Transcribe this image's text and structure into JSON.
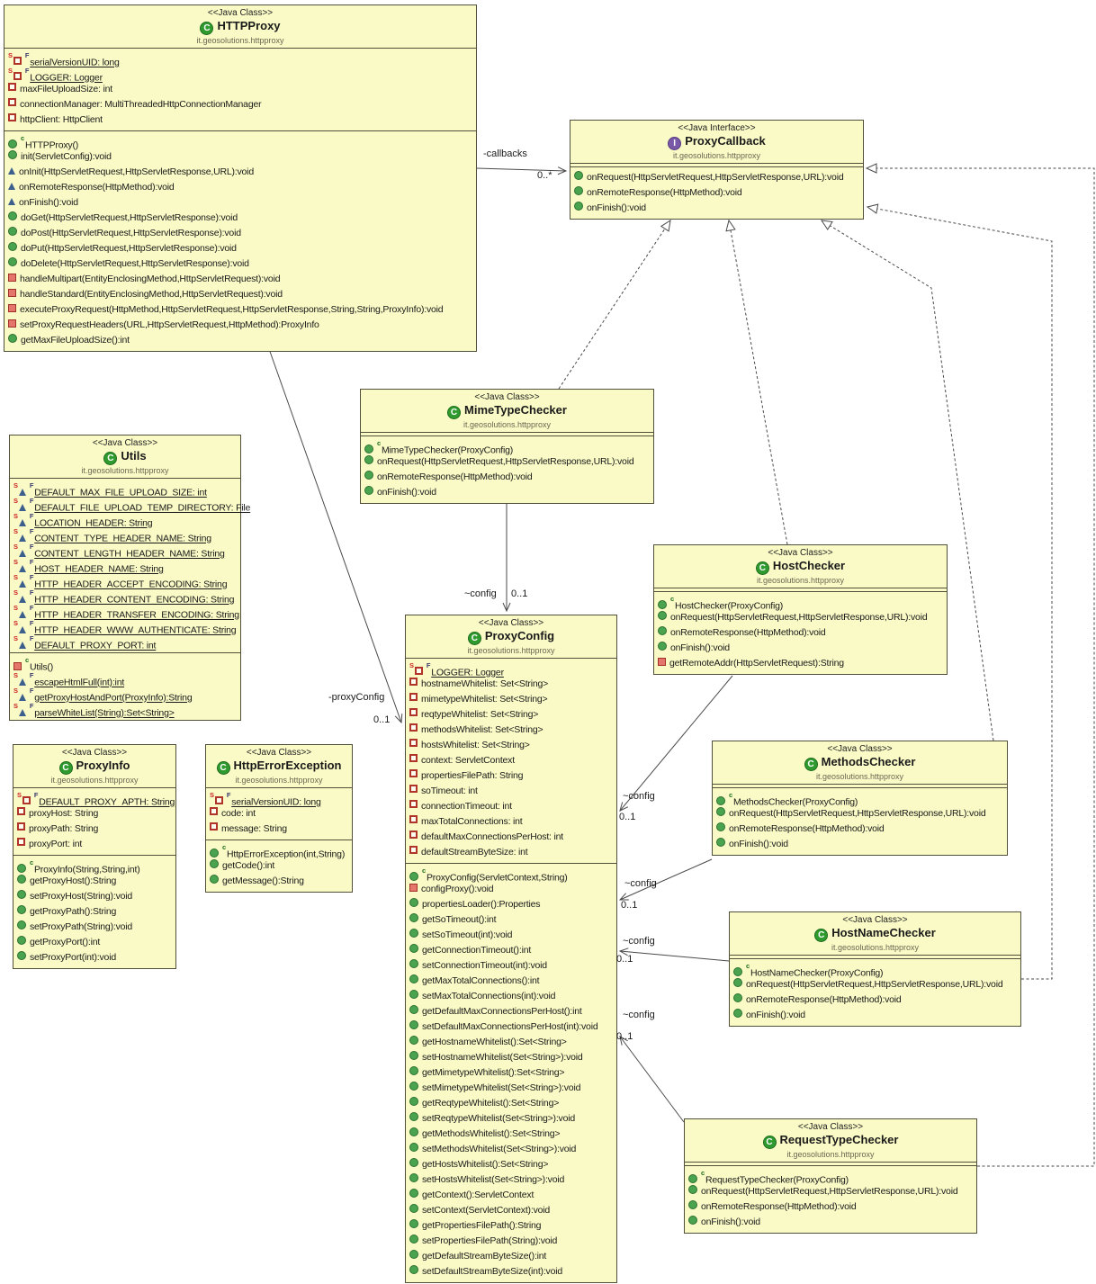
{
  "colors": {
    "box_fill": "#fafac6",
    "box_border": "#50503a",
    "connector": "#4a4a4a",
    "class_icon": "#2f9b2f",
    "interface_icon": "#7a58a8",
    "public_icon": "#4aa34f",
    "private_icon": "#b03528",
    "package_icon": "#3d5f8e"
  },
  "classes": [
    {
      "id": "HTTPProxy",
      "kind": "class",
      "stereotype": "<<Java Class>>",
      "name": "HTTPProxy",
      "package": "it.geosolutions.httpproxy",
      "fields": [
        {
          "v": "pri",
          "k": "field",
          "s": true,
          "f": true,
          "t": "serialVersionUID: long"
        },
        {
          "v": "pri",
          "k": "field",
          "s": true,
          "f": true,
          "t": "LOGGER: Logger"
        },
        {
          "v": "pri",
          "k": "field",
          "t": "maxFileUploadSize: int"
        },
        {
          "v": "pri",
          "k": "field",
          "t": "connectionManager: MultiThreadedHttpConnectionManager"
        },
        {
          "v": "pri",
          "k": "field",
          "t": "httpClient: HttpClient"
        }
      ],
      "methods": [
        {
          "v": "pub",
          "k": "ctor",
          "t": "HTTPProxy()"
        },
        {
          "v": "pub",
          "k": "method",
          "t": "init(ServletConfig):void"
        },
        {
          "v": "pkg",
          "k": "method",
          "t": "onInit(HttpServletRequest,HttpServletResponse,URL):void"
        },
        {
          "v": "pkg",
          "k": "method",
          "t": "onRemoteResponse(HttpMethod):void"
        },
        {
          "v": "pkg",
          "k": "method",
          "t": "onFinish():void"
        },
        {
          "v": "pub",
          "k": "method",
          "t": "doGet(HttpServletRequest,HttpServletResponse):void"
        },
        {
          "v": "pub",
          "k": "method",
          "t": "doPost(HttpServletRequest,HttpServletResponse):void"
        },
        {
          "v": "pub",
          "k": "method",
          "t": "doPut(HttpServletRequest,HttpServletResponse):void"
        },
        {
          "v": "pub",
          "k": "method",
          "t": "doDelete(HttpServletRequest,HttpServletResponse):void"
        },
        {
          "v": "pri",
          "k": "method",
          "t": "handleMultipart(EntityEnclosingMethod,HttpServletRequest):void"
        },
        {
          "v": "pri",
          "k": "method",
          "t": "handleStandard(EntityEnclosingMethod,HttpServletRequest):void"
        },
        {
          "v": "pri",
          "k": "method",
          "t": "executeProxyRequest(HttpMethod,HttpServletRequest,HttpServletResponse,String,String,ProxyInfo):void"
        },
        {
          "v": "pri",
          "k": "method",
          "t": "setProxyRequestHeaders(URL,HttpServletRequest,HttpMethod):ProxyInfo"
        },
        {
          "v": "pub",
          "k": "method",
          "t": "getMaxFileUploadSize():int"
        }
      ]
    },
    {
      "id": "ProxyCallback",
      "kind": "interface",
      "stereotype": "<<Java Interface>>",
      "name": "ProxyCallback",
      "package": "it.geosolutions.httpproxy",
      "fields": [],
      "methods": [
        {
          "v": "pub",
          "k": "method",
          "t": "onRequest(HttpServletRequest,HttpServletResponse,URL):void"
        },
        {
          "v": "pub",
          "k": "method",
          "t": "onRemoteResponse(HttpMethod):void"
        },
        {
          "v": "pub",
          "k": "method",
          "t": "onFinish():void"
        }
      ]
    },
    {
      "id": "MimeTypeChecker",
      "kind": "class",
      "stereotype": "<<Java Class>>",
      "name": "MimeTypeChecker",
      "package": "it.geosolutions.httpproxy",
      "fields": [],
      "methods": [
        {
          "v": "pub",
          "k": "ctor",
          "t": "MimeTypeChecker(ProxyConfig)"
        },
        {
          "v": "pub",
          "k": "method",
          "t": "onRequest(HttpServletRequest,HttpServletResponse,URL):void"
        },
        {
          "v": "pub",
          "k": "method",
          "t": "onRemoteResponse(HttpMethod):void"
        },
        {
          "v": "pub",
          "k": "method",
          "t": "onFinish():void"
        }
      ]
    },
    {
      "id": "Utils",
      "kind": "class",
      "stereotype": "<<Java Class>>",
      "name": "Utils",
      "package": "it.geosolutions.httpproxy",
      "fields": [
        {
          "v": "pkg",
          "k": "field",
          "s": true,
          "f": true,
          "t": "DEFAULT_MAX_FILE_UPLOAD_SIZE: int"
        },
        {
          "v": "pkg",
          "k": "field",
          "s": true,
          "f": true,
          "t": "DEFAULT_FILE_UPLOAD_TEMP_DIRECTORY: File"
        },
        {
          "v": "pkg",
          "k": "field",
          "s": true,
          "f": true,
          "t": "LOCATION_HEADER: String"
        },
        {
          "v": "pkg",
          "k": "field",
          "s": true,
          "f": true,
          "t": "CONTENT_TYPE_HEADER_NAME: String"
        },
        {
          "v": "pkg",
          "k": "field",
          "s": true,
          "f": true,
          "t": "CONTENT_LENGTH_HEADER_NAME: String"
        },
        {
          "v": "pkg",
          "k": "field",
          "s": true,
          "f": true,
          "t": "HOST_HEADER_NAME: String"
        },
        {
          "v": "pkg",
          "k": "field",
          "s": true,
          "f": true,
          "t": "HTTP_HEADER_ACCEPT_ENCODING: String"
        },
        {
          "v": "pkg",
          "k": "field",
          "s": true,
          "f": true,
          "t": "HTTP_HEADER_CONTENT_ENCODING: String"
        },
        {
          "v": "pkg",
          "k": "field",
          "s": true,
          "f": true,
          "t": "HTTP_HEADER_TRANSFER_ENCODING: String"
        },
        {
          "v": "pkg",
          "k": "field",
          "s": true,
          "f": true,
          "t": "HTTP_HEADER_WWW_AUTHENTICATE: String"
        },
        {
          "v": "pkg",
          "k": "field",
          "s": true,
          "f": true,
          "t": "DEFAULT_PROXY_PORT: int"
        }
      ],
      "methods": [
        {
          "v": "pri",
          "k": "ctor",
          "t": "Utils()"
        },
        {
          "v": "pkg",
          "k": "method",
          "s": true,
          "f": true,
          "t": "escapeHtmlFull(int):int"
        },
        {
          "v": "pkg",
          "k": "method",
          "s": true,
          "f": true,
          "t": "getProxyHostAndPort(ProxyInfo):String"
        },
        {
          "v": "pkg",
          "k": "method",
          "s": true,
          "f": true,
          "t": "parseWhiteList(String):Set<String>"
        }
      ]
    },
    {
      "id": "HostChecker",
      "kind": "class",
      "stereotype": "<<Java Class>>",
      "name": "HostChecker",
      "package": "it.geosolutions.httpproxy",
      "fields": [],
      "methods": [
        {
          "v": "pub",
          "k": "ctor",
          "t": "HostChecker(ProxyConfig)"
        },
        {
          "v": "pub",
          "k": "method",
          "t": "onRequest(HttpServletRequest,HttpServletResponse,URL):void"
        },
        {
          "v": "pub",
          "k": "method",
          "t": "onRemoteResponse(HttpMethod):void"
        },
        {
          "v": "pub",
          "k": "method",
          "t": "onFinish():void"
        },
        {
          "v": "pri",
          "k": "method",
          "t": "getRemoteAddr(HttpServletRequest):String"
        }
      ]
    },
    {
      "id": "ProxyConfig",
      "kind": "class",
      "stereotype": "<<Java Class>>",
      "name": "ProxyConfig",
      "package": "it.geosolutions.httpproxy",
      "fields": [
        {
          "v": "pri",
          "k": "field",
          "s": true,
          "f": true,
          "t": "LOGGER: Logger"
        },
        {
          "v": "pri",
          "k": "field",
          "t": "hostnameWhitelist: Set<String>"
        },
        {
          "v": "pri",
          "k": "field",
          "t": "mimetypeWhitelist: Set<String>"
        },
        {
          "v": "pri",
          "k": "field",
          "t": "reqtypeWhitelist: Set<String>"
        },
        {
          "v": "pri",
          "k": "field",
          "t": "methodsWhitelist: Set<String>"
        },
        {
          "v": "pri",
          "k": "field",
          "t": "hostsWhitelist: Set<String>"
        },
        {
          "v": "pri",
          "k": "field",
          "t": "context: ServletContext"
        },
        {
          "v": "pri",
          "k": "field",
          "t": "propertiesFilePath: String"
        },
        {
          "v": "pri",
          "k": "field",
          "t": "soTimeout: int"
        },
        {
          "v": "pri",
          "k": "field",
          "t": "connectionTimeout: int"
        },
        {
          "v": "pri",
          "k": "field",
          "t": "maxTotalConnections: int"
        },
        {
          "v": "pri",
          "k": "field",
          "t": "defaultMaxConnectionsPerHost: int"
        },
        {
          "v": "pri",
          "k": "field",
          "t": "defaultStreamByteSize: int"
        }
      ],
      "methods": [
        {
          "v": "pub",
          "k": "ctor",
          "t": "ProxyConfig(ServletContext,String)"
        },
        {
          "v": "pri",
          "k": "method",
          "t": "configProxy():void"
        },
        {
          "v": "pub",
          "k": "method",
          "t": "propertiesLoader():Properties"
        },
        {
          "v": "pub",
          "k": "method",
          "t": "getSoTimeout():int"
        },
        {
          "v": "pub",
          "k": "method",
          "t": "setSoTimeout(int):void"
        },
        {
          "v": "pub",
          "k": "method",
          "t": "getConnectionTimeout():int"
        },
        {
          "v": "pub",
          "k": "method",
          "t": "setConnectionTimeout(int):void"
        },
        {
          "v": "pub",
          "k": "method",
          "t": "getMaxTotalConnections():int"
        },
        {
          "v": "pub",
          "k": "method",
          "t": "setMaxTotalConnections(int):void"
        },
        {
          "v": "pub",
          "k": "method",
          "t": "getDefaultMaxConnectionsPerHost():int"
        },
        {
          "v": "pub",
          "k": "method",
          "t": "setDefaultMaxConnectionsPerHost(int):void"
        },
        {
          "v": "pub",
          "k": "method",
          "t": "getHostnameWhitelist():Set<String>"
        },
        {
          "v": "pub",
          "k": "method",
          "t": "setHostnameWhitelist(Set<String>):void"
        },
        {
          "v": "pub",
          "k": "method",
          "t": "getMimetypeWhitelist():Set<String>"
        },
        {
          "v": "pub",
          "k": "method",
          "t": "setMimetypeWhitelist(Set<String>):void"
        },
        {
          "v": "pub",
          "k": "method",
          "t": "getReqtypeWhitelist():Set<String>"
        },
        {
          "v": "pub",
          "k": "method",
          "t": "setReqtypeWhitelist(Set<String>):void"
        },
        {
          "v": "pub",
          "k": "method",
          "t": "getMethodsWhitelist():Set<String>"
        },
        {
          "v": "pub",
          "k": "method",
          "t": "setMethodsWhitelist(Set<String>):void"
        },
        {
          "v": "pub",
          "k": "method",
          "t": "getHostsWhitelist():Set<String>"
        },
        {
          "v": "pub",
          "k": "method",
          "t": "setHostsWhitelist(Set<String>):void"
        },
        {
          "v": "pub",
          "k": "method",
          "t": "getContext():ServletContext"
        },
        {
          "v": "pub",
          "k": "method",
          "t": "setContext(ServletContext):void"
        },
        {
          "v": "pub",
          "k": "method",
          "t": "getPropertiesFilePath():String"
        },
        {
          "v": "pub",
          "k": "method",
          "t": "setPropertiesFilePath(String):void"
        },
        {
          "v": "pub",
          "k": "method",
          "t": "getDefaultStreamByteSize():int"
        },
        {
          "v": "pub",
          "k": "method",
          "t": "setDefaultStreamByteSize(int):void"
        }
      ]
    },
    {
      "id": "MethodsChecker",
      "kind": "class",
      "stereotype": "<<Java Class>>",
      "name": "MethodsChecker",
      "package": "it.geosolutions.httpproxy",
      "fields": [],
      "methods": [
        {
          "v": "pub",
          "k": "ctor",
          "t": "MethodsChecker(ProxyConfig)"
        },
        {
          "v": "pub",
          "k": "method",
          "t": "onRequest(HttpServletRequest,HttpServletResponse,URL):void"
        },
        {
          "v": "pub",
          "k": "method",
          "t": "onRemoteResponse(HttpMethod):void"
        },
        {
          "v": "pub",
          "k": "method",
          "t": "onFinish():void"
        }
      ]
    },
    {
      "id": "ProxyInfo",
      "kind": "class",
      "stereotype": "<<Java Class>>",
      "name": "ProxyInfo",
      "package": "it.geosolutions.httpproxy",
      "fields": [
        {
          "v": "pri",
          "k": "field",
          "s": true,
          "f": true,
          "t": "DEFAULT_PROXY_APTH: String"
        },
        {
          "v": "pri",
          "k": "field",
          "t": "proxyHost: String"
        },
        {
          "v": "pri",
          "k": "field",
          "t": "proxyPath: String"
        },
        {
          "v": "pri",
          "k": "field",
          "t": "proxyPort: int"
        }
      ],
      "methods": [
        {
          "v": "pub",
          "k": "ctor",
          "t": "ProxyInfo(String,String,int)"
        },
        {
          "v": "pub",
          "k": "method",
          "t": "getProxyHost():String"
        },
        {
          "v": "pub",
          "k": "method",
          "t": "setProxyHost(String):void"
        },
        {
          "v": "pub",
          "k": "method",
          "t": "getProxyPath():String"
        },
        {
          "v": "pub",
          "k": "method",
          "t": "setProxyPath(String):void"
        },
        {
          "v": "pub",
          "k": "method",
          "t": "getProxyPort():int"
        },
        {
          "v": "pub",
          "k": "method",
          "t": "setProxyPort(int):void"
        }
      ]
    },
    {
      "id": "HttpErrorException",
      "kind": "class",
      "stereotype": "<<Java Class>>",
      "name": "HttpErrorException",
      "package": "it.geosolutions.httpproxy",
      "fields": [
        {
          "v": "pri",
          "k": "field",
          "s": true,
          "f": true,
          "t": "serialVersionUID: long"
        },
        {
          "v": "pri",
          "k": "field",
          "t": "code: int"
        },
        {
          "v": "pri",
          "k": "field",
          "t": "message: String"
        }
      ],
      "methods": [
        {
          "v": "pub",
          "k": "ctor",
          "t": "HttpErrorException(int,String)"
        },
        {
          "v": "pub",
          "k": "method",
          "t": "getCode():int"
        },
        {
          "v": "pub",
          "k": "method",
          "t": "getMessage():String"
        }
      ]
    },
    {
      "id": "HostNameChecker",
      "kind": "class",
      "stereotype": "<<Java Class>>",
      "name": "HostNameChecker",
      "package": "it.geosolutions.httpproxy",
      "fields": [],
      "methods": [
        {
          "v": "pub",
          "k": "ctor",
          "t": "HostNameChecker(ProxyConfig)"
        },
        {
          "v": "pub",
          "k": "method",
          "t": "onRequest(HttpServletRequest,HttpServletResponse,URL):void"
        },
        {
          "v": "pub",
          "k": "method",
          "t": "onRemoteResponse(HttpMethod):void"
        },
        {
          "v": "pub",
          "k": "method",
          "t": "onFinish():void"
        }
      ]
    },
    {
      "id": "RequestTypeChecker",
      "kind": "class",
      "stereotype": "<<Java Class>>",
      "name": "RequestTypeChecker",
      "package": "it.geosolutions.httpproxy",
      "fields": [],
      "methods": [
        {
          "v": "pub",
          "k": "ctor",
          "t": "RequestTypeChecker(ProxyConfig)"
        },
        {
          "v": "pub",
          "k": "method",
          "t": "onRequest(HttpServletRequest,HttpServletResponse,URL):void"
        },
        {
          "v": "pub",
          "k": "method",
          "t": "onRemoteResponse(HttpMethod):void"
        },
        {
          "v": "pub",
          "k": "method",
          "t": "onFinish():void"
        }
      ]
    }
  ],
  "connector_labels": [
    {
      "id": "callbacks",
      "role": "-callbacks",
      "mult": "0..*"
    },
    {
      "id": "proxyConfig",
      "role": "-proxyConfig",
      "mult": "0..1"
    },
    {
      "id": "mime_config",
      "role": "~config",
      "mult": "0..1"
    },
    {
      "id": "host_config",
      "role": "~config",
      "mult": "0..1"
    },
    {
      "id": "methods_config",
      "role": "~config",
      "mult": "0..1"
    },
    {
      "id": "hostname_config",
      "role": "~config",
      "mult": "0..1"
    },
    {
      "id": "reqtype_config",
      "role": "~config",
      "mult": "0..1"
    }
  ]
}
